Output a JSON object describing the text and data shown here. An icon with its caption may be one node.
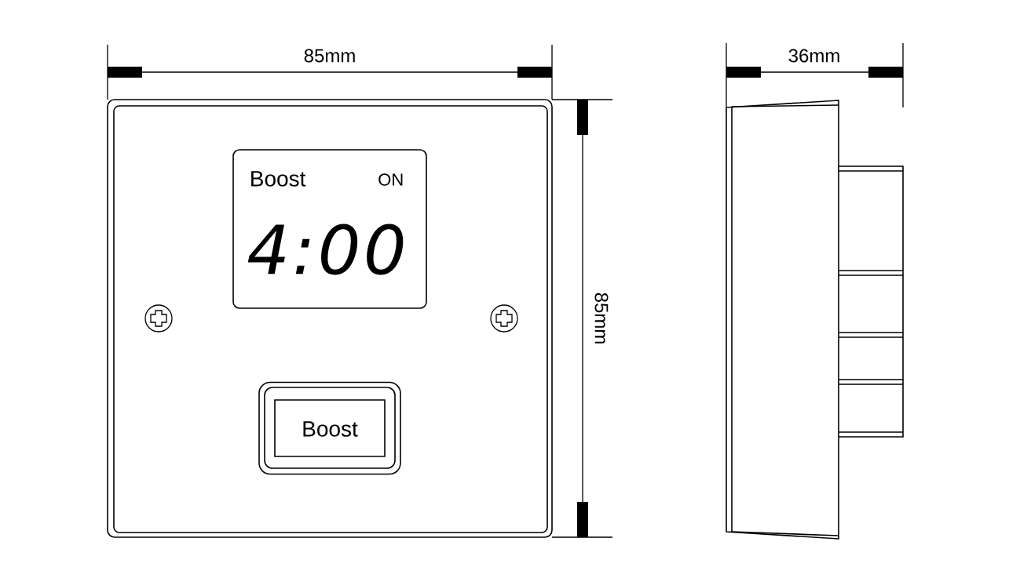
{
  "diagram": {
    "nodes": [
      {
        "text": [],
        "shape": "box"
      },
      {
        "text": [
          "Boost",
          "ON",
          "4:00"
        ],
        "in": 0
      },
      {
        "text": [
          "Boost"
        ],
        "in": 0
      }
    ],
    "labels": [
      "85mm",
      "85mm",
      "36mm"
    ]
  }
}
